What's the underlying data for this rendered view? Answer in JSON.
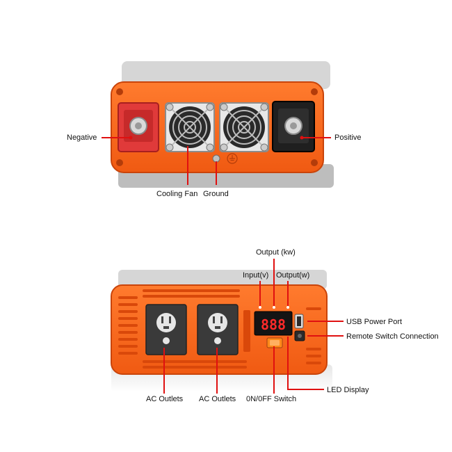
{
  "colors": {
    "body_orange": "#ff6a1a",
    "body_dark_orange": "#d9480a",
    "terminal_red": "#e03a3a",
    "terminal_black": "#1f1f1f",
    "led_red": "#ff2a2a",
    "callout_red": "#e01010",
    "outlet_gray": "#3a3a3a"
  },
  "top_view": {
    "labels": {
      "negative": "Negative",
      "positive": "Positive",
      "cooling_fan": "Cooling Fan",
      "ground": "Ground"
    }
  },
  "front_view": {
    "labels": {
      "output_kw": "Output (kw)",
      "input_v": "Input(v)",
      "output_w": "Output(w)",
      "usb_power_port": "USB Power Port",
      "remote_switch_connection": "Remote Switch Connection",
      "led_display": "LED Display",
      "ac_outlets_left": "AC Outlets",
      "ac_outlets_right": "AC Outlets",
      "on_off_switch": "0N/0FF Switch"
    },
    "led_readout": "888",
    "icons": [
      "fan-icon",
      "ground-icon",
      "outlet-icon",
      "usb-icon",
      "led-display-icon"
    ]
  }
}
